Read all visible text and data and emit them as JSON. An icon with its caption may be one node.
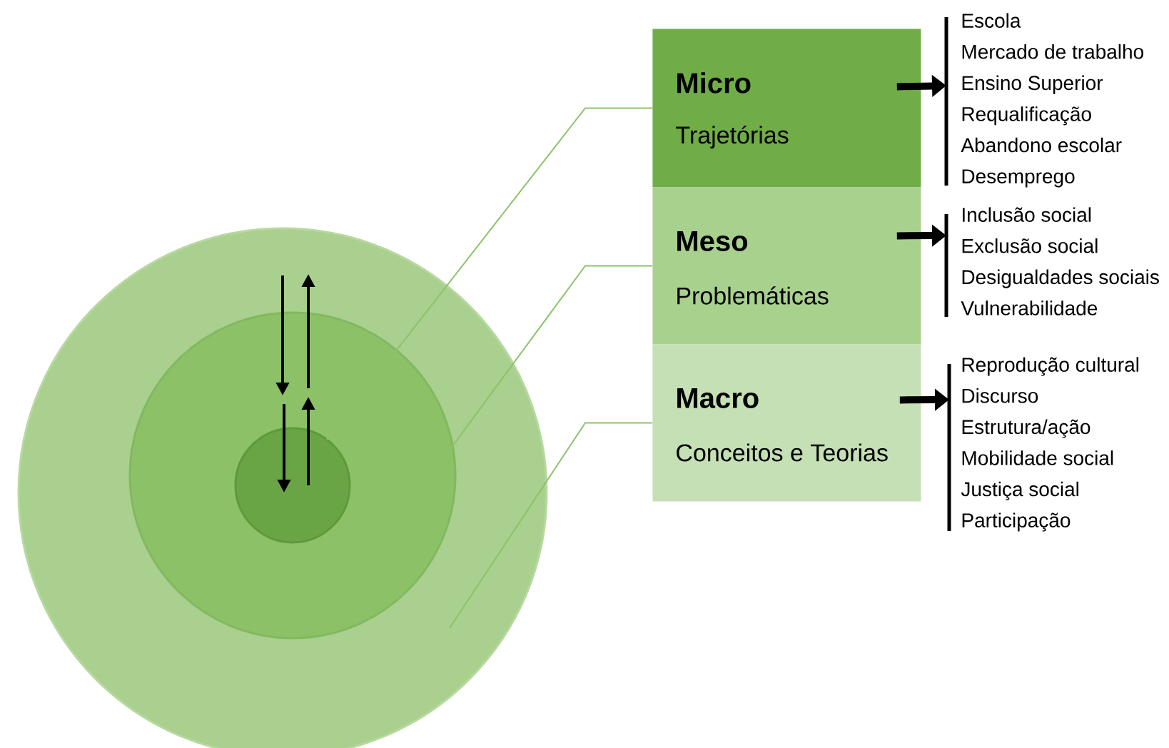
{
  "diagram": {
    "nodes": [
      {
        "text": [],
        "shape": "circle"
      },
      {
        "text": [],
        "shape": "circle",
        "in": 0
      },
      {
        "text": [],
        "shape": "circle",
        "in": 1
      },
      {
        "text": [
          "Micro",
          "Trajetórias"
        ]
      },
      {
        "text": [
          "Meso",
          "Problemáticas"
        ]
      },
      {
        "text": [
          "Macro",
          "Conceitos e Teorias"
        ]
      },
      {
        "text": [
          "Escola",
          "Mercado de trabalho",
          "Ensino Superior",
          "Requalificação",
          "Abandono escolar",
          "Desemprego"
        ]
      },
      {
        "text": [
          "Inclusão social",
          "Exclusão social",
          "Desigualdades sociais",
          "Vulnerabilidade"
        ]
      },
      {
        "text": [
          "Reprodução cultural",
          "Discurso",
          "Estrutura/ação",
          "Mobilidade social",
          "Justiça social",
          "Participação"
        ]
      }
    ],
    "edges": [
      {
        "from": 3,
        "to": 2,
        "arrow": "none",
        "color": "#8dc26a"
      },
      {
        "from": 4,
        "to": 1,
        "arrow": "none",
        "color": "#8dc26a"
      },
      {
        "from": 5,
        "to": 0,
        "arrow": "none",
        "color": "#8dc26a"
      },
      {
        "from": 3,
        "to": 6,
        "arrow": "to",
        "style": "thick",
        "color": "#000000"
      },
      {
        "from": 4,
        "to": 7,
        "arrow": "to",
        "style": "thick",
        "color": "#000000"
      },
      {
        "from": 5,
        "to": 8,
        "arrow": "to",
        "style": "thick",
        "color": "#000000"
      }
    ]
  }
}
